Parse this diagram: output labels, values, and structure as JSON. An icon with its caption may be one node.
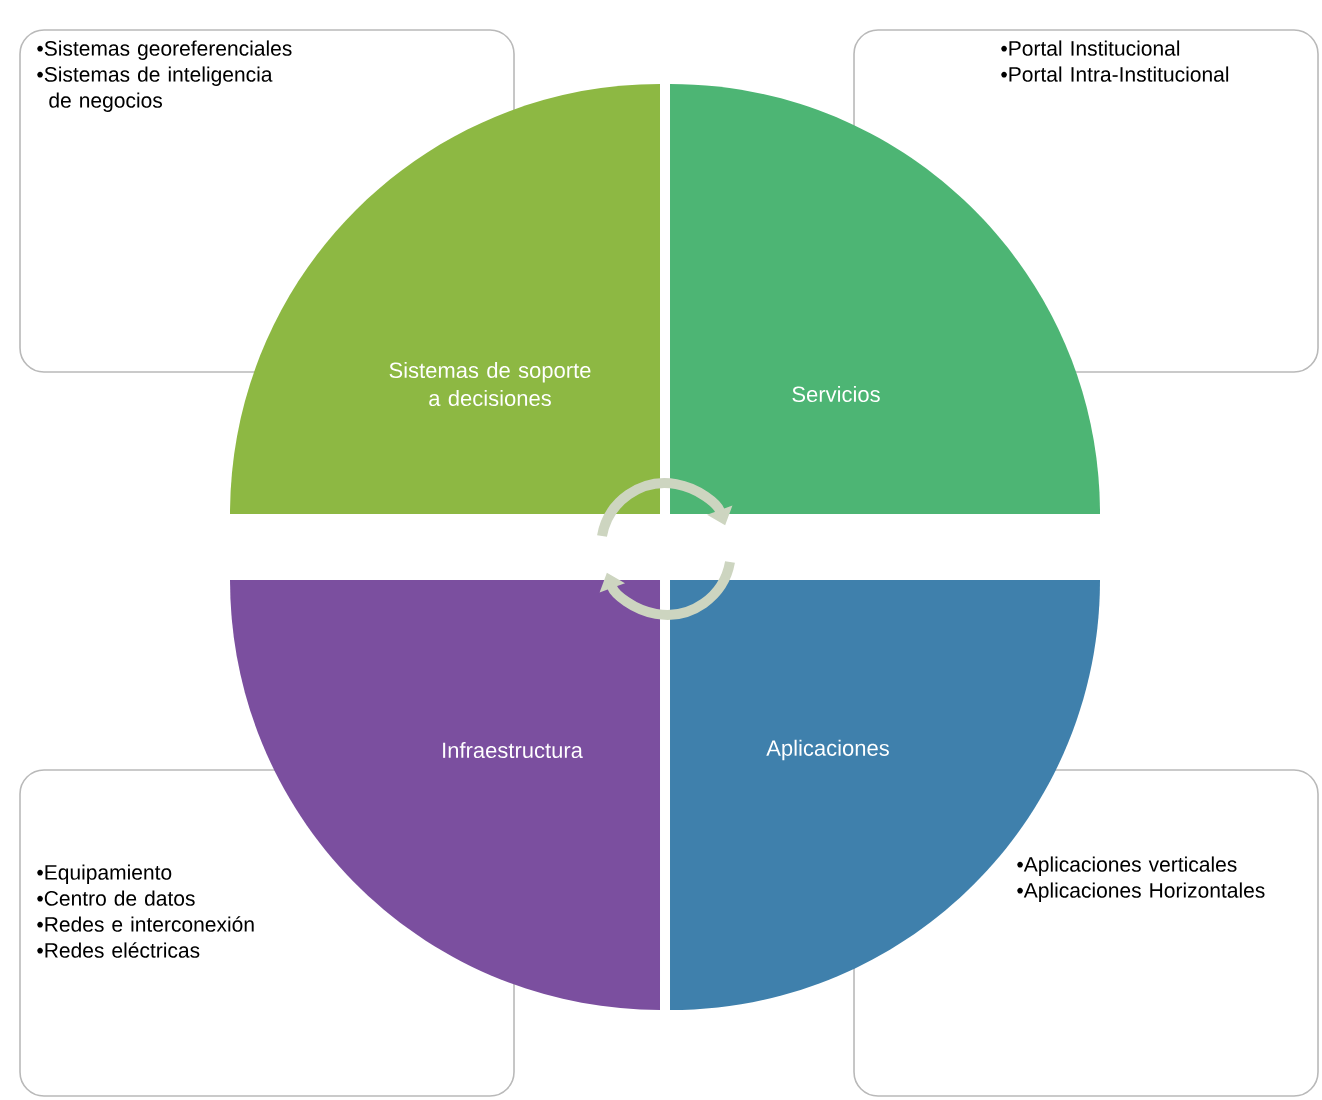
{
  "diagram": {
    "nodes": [
      {
        "text": [
          "•Sistemas georeferenciales",
          "•Sistemas de inteligencia de negocios"
        ]
      },
      {
        "text": [
          "•Portal Institucional",
          "•Portal Intra-Institucional"
        ]
      },
      {
        "text": [
          "Sistemas de soporte a decisiones"
        ]
      },
      {
        "text": [
          "Servicios"
        ]
      },
      {
        "text": [
          "Infraestructura"
        ]
      },
      {
        "text": [
          "Aplicaciones"
        ]
      },
      {
        "text": [
          "•Equipamiento",
          "•Centro de datos",
          "•Redes e interconexión",
          "•Redes eléctricas"
        ]
      },
      {
        "text": [
          "•Aplicaciones verticales",
          "•Aplicaciones Horizontales"
        ]
      }
    ]
  }
}
